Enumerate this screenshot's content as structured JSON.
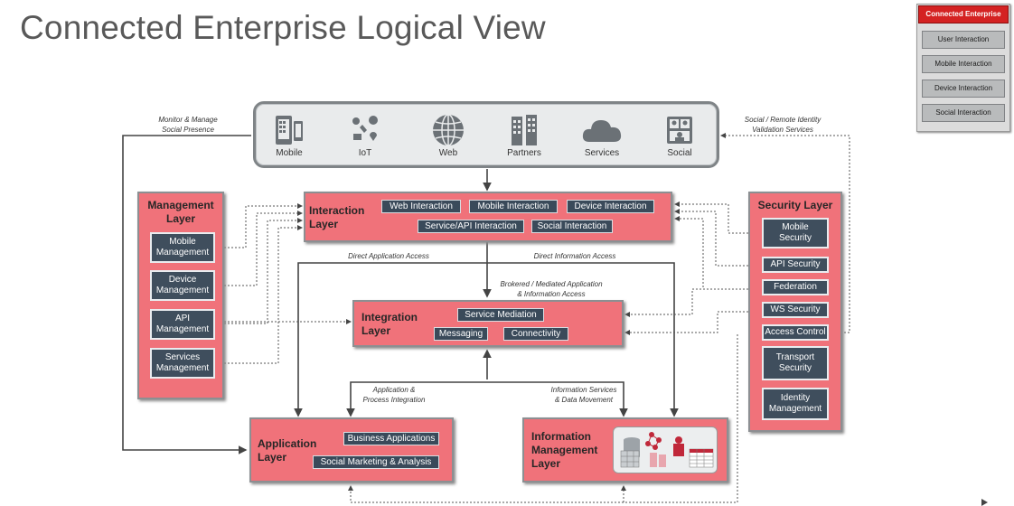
{
  "title": "Connected Enterprise Logical View",
  "legend": {
    "header": "Connected Enterprise",
    "items": [
      "User Interaction",
      "Mobile Interaction",
      "Device Interaction",
      "Social Interaction"
    ]
  },
  "channels": [
    {
      "label": "Mobile",
      "icon": "mobile-icon"
    },
    {
      "label": "IoT",
      "icon": "iot-icon"
    },
    {
      "label": "Web",
      "icon": "globe-icon"
    },
    {
      "label": "Partners",
      "icon": "buildings-icon"
    },
    {
      "label": "Services",
      "icon": "cloud-icon"
    },
    {
      "label": "Social",
      "icon": "social-icon"
    }
  ],
  "interaction": {
    "title_line1": "Interaction",
    "title_line2": "Layer",
    "chips": [
      "Web Interaction",
      "Mobile Interaction",
      "Device Interaction",
      "Service/API Interaction",
      "Social Interaction"
    ]
  },
  "management": {
    "title_line1": "Management",
    "title_line2": "Layer",
    "items": [
      {
        "l1": "Mobile",
        "l2": "Management"
      },
      {
        "l1": "Device",
        "l2": "Management"
      },
      {
        "l1": "API",
        "l2": "Management"
      },
      {
        "l1": "Services",
        "l2": "Management"
      }
    ]
  },
  "security": {
    "title": "Security Layer",
    "items": [
      {
        "l1": "Mobile",
        "l2": "Security"
      },
      {
        "l1": "API Security",
        "l2": ""
      },
      {
        "l1": "Federation",
        "l2": ""
      },
      {
        "l1": "WS Security",
        "l2": ""
      },
      {
        "l1": "Access Control",
        "l2": ""
      },
      {
        "l1": "Transport",
        "l2": "Security"
      },
      {
        "l1": "Identity",
        "l2": "Management"
      }
    ]
  },
  "integration": {
    "title_line1": "Integration",
    "title_line2": "Layer",
    "chips": [
      "Service Mediation",
      "Messaging",
      "Connectivity"
    ]
  },
  "application": {
    "title_line1": "Application",
    "title_line2": "Layer",
    "chips": [
      "Business Applications",
      "Social Marketing & Analysis"
    ]
  },
  "information": {
    "title_line1": "Information",
    "title_line2": "Management",
    "title_line3": "Layer"
  },
  "notes": {
    "monitor_l1": "Monitor & Manage",
    "monitor_l2": "Social Presence",
    "social_l1": "Social / Remote Identity",
    "social_l2": "Validation Services",
    "direct_app": "Direct Application  Access",
    "direct_info": "Direct Information Access",
    "brokered_l1": "Brokered / Mediated Application",
    "brokered_l2": "& Information Access",
    "appproc_l1": "Application &",
    "appproc_l2": "Process Integration",
    "infosvc_l1": "Information Services",
    "infosvc_l2": "& Data Movement"
  }
}
